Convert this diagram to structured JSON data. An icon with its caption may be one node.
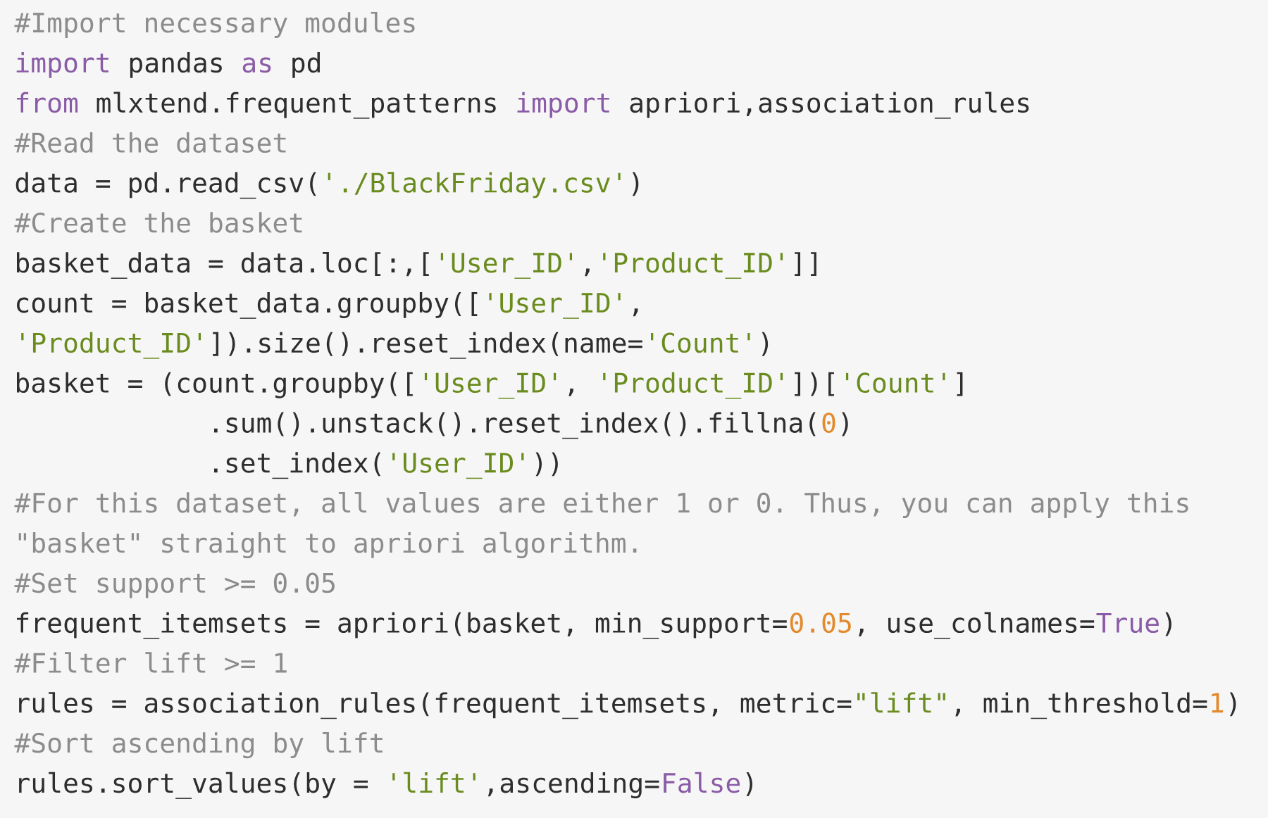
{
  "diagram": {
    "labels": [
      "#Import necessary modules",
      "import",
      "pandas",
      "as",
      "pd",
      "from",
      "mlxtend.frequent_patterns",
      "import",
      "apriori,association_rules",
      "#Read the dataset",
      "data = pd.read_csv(",
      "'./BlackFriday.csv'",
      ")",
      "#Create the basket",
      "basket_data = data.loc[:,[",
      "'User_ID'",
      ",",
      "'Product_ID'",
      "]]",
      "count = basket_data.groupby([",
      "'User_ID'",
      ",",
      "'Product_ID'",
      "]).size().reset_index(name=",
      "'Count'",
      ")",
      "basket = (count.groupby([",
      "'User_ID'",
      ",",
      "'Product_ID'",
      "])[",
      "'Count'",
      "]",
      ".sum().unstack().reset_index().fillna(",
      "0",
      ")",
      ".set_index(",
      "'User_ID'",
      "))",
      "#For this dataset, all values are either 1 or 0. Thus, you can apply this",
      "\"basket\" straight to apriori algorithm.",
      "#Set support >= 0.05",
      "frequent_itemsets = apriori(basket, min_support=",
      "0.05",
      ", use_colnames=",
      "True",
      ")",
      "#Filter lift >= 1",
      "rules = association_rules(frequent_itemsets, metric=",
      "\"lift\"",
      ", min_threshold=",
      "1",
      ")",
      "#Sort ascending by lift",
      "rules.sort_values(by =",
      "'lift'",
      ",ascending=",
      "False",
      ")"
    ]
  }
}
